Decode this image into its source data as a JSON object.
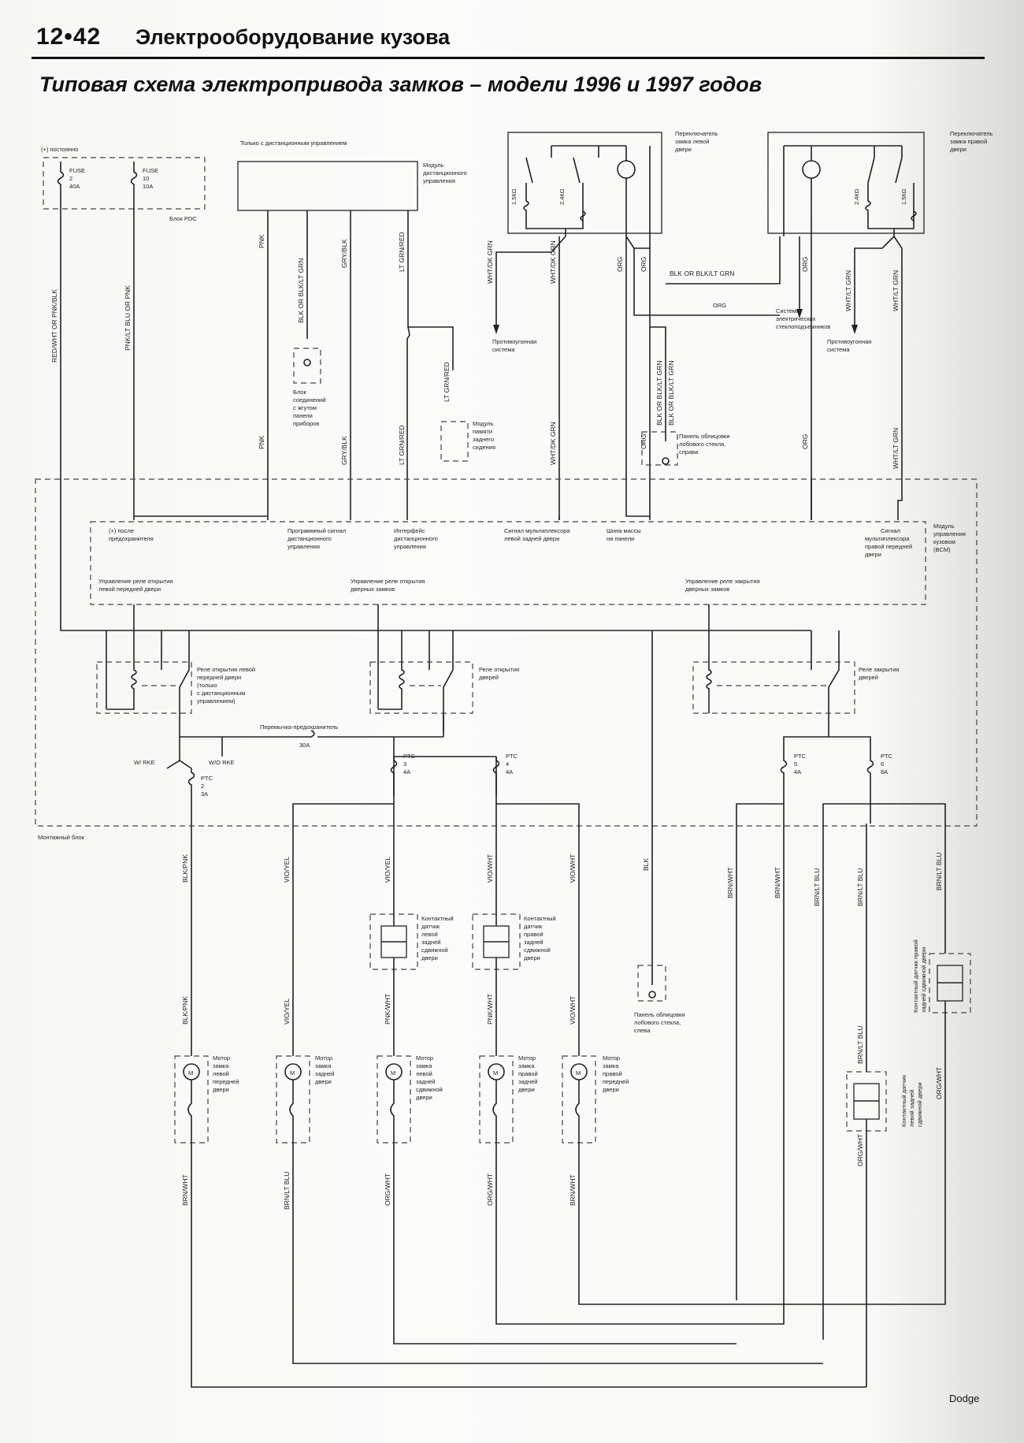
{
  "header": {
    "page_number": "12•42",
    "chapter": "Электрооборудование кузова",
    "title": "Типовая схема электропривода замков – модели 1996 и 1997 годов",
    "brand": "Dodge"
  },
  "top": {
    "hot_at_all_times": "(+) постоянно",
    "fuse2": [
      "FUSE",
      "2",
      "40A"
    ],
    "fuse10": [
      "FUSE",
      "10",
      "10A"
    ],
    "pdc": "Блок PDC",
    "rke_only": "Только с дистанционным управлением",
    "rke_module": [
      "Модуль",
      "дистанционного",
      "управления"
    ],
    "left_switch": [
      "Переключатель",
      "замка левой",
      "двери"
    ],
    "right_switch": [
      "Переключатель",
      "замка правой",
      "двери"
    ],
    "r_1_5k": "1.5КΩ",
    "r_2_4k": "2.4КΩ",
    "antitheft": [
      "Противоугонная",
      "система"
    ],
    "power_windows": [
      "Система",
      "электрических",
      "стеклоподъемников"
    ],
    "splice_ip": [
      "Блок",
      "соединений",
      "с жгутом",
      "панели",
      "приборов"
    ],
    "seat_memory": [
      "Модуль",
      "памяти",
      "заднего",
      "сидения"
    ],
    "panel_right": [
      "Панель облицовки",
      "лобового стекла,",
      "справа"
    ]
  },
  "wires": {
    "red_wht": "RED/WHT OR PNK/BLK",
    "pnk_ltblu": "PNK/LT BLU OR PNK",
    "pnk": "PNK",
    "blk_ltgrn": "BLK OR BLK/LT GRN",
    "gry_blk": "GRY/BLK",
    "ltgrn_red": "LT GRN/RED",
    "wht_dkgrn": "WHT/DK GRN",
    "org": "ORG",
    "blk_or_blk_ltgrn": "BLK OR BLK/LT GRN",
    "wht_ltgrn": "WHT/LT GRN",
    "blk_pnk": "BLK/PNK",
    "vio_yel": "VIO/YEL",
    "vio_wht": "VIO/WHT",
    "blk": "BLK",
    "brn_wht": "BRN/WHT",
    "brn_ltblu": "BRN/LT BLU",
    "pnk_wht": "PNK/WHT",
    "org_wht": "ORG/WHT"
  },
  "bcm": {
    "title": [
      "Модуль",
      "управления",
      "кузовом",
      "(BCM)"
    ],
    "sig1": [
      "(+) после",
      "предохранителя"
    ],
    "sig2": [
      "Программный сигнал",
      "дистанционного",
      "управления"
    ],
    "sig3": [
      "Интерфейс",
      "дистанционного",
      "управления"
    ],
    "sig4": [
      "Сигнал мультиплексора",
      "левой задней двери"
    ],
    "sig5": [
      "Шина массы",
      "на панели"
    ],
    "sig6": [
      "Сигнал",
      "мультиплексора",
      "правой передней",
      "двери"
    ],
    "ctl1": [
      "Управление реле открытия",
      "левой передней двери"
    ],
    "ctl2": [
      "Управление реле открытия",
      "дверных замков"
    ],
    "ctl3": [
      "Управление реле закрытия",
      "дверных замков"
    ]
  },
  "relays": {
    "r1": [
      "Реле открытия левой",
      "передней двери",
      "(только",
      "с дистанционным",
      "управлением)"
    ],
    "r2": [
      "Реле открытия",
      "дверей"
    ],
    "r3": [
      "Реле закрытия",
      "дверей"
    ],
    "jumper": "Перемычка-предохранитель",
    "jumper_val": "30A",
    "w_rke": "W/ RKE",
    "wo_rke": "W/O RKE",
    "ptc2": [
      "PTC",
      "2",
      "3A"
    ],
    "ptc3": [
      "PTC",
      "3",
      "4A"
    ],
    "ptc4": [
      "PTC",
      "4",
      "4A"
    ],
    "ptc5": [
      "PTC",
      "5",
      "4A"
    ],
    "ptc6": [
      "PTC",
      "6",
      "8A"
    ]
  },
  "bottom": {
    "junction_block": "Монтажный блок",
    "sens_lr": [
      "Контактный",
      "датчик",
      "левой",
      "задней",
      "сдвижной",
      "двери"
    ],
    "sens_rr": [
      "Контактный",
      "датчик",
      "правой",
      "задней",
      "сдвижной",
      "двери"
    ],
    "panel_left": [
      "Панель облицовки",
      "лобового стекла,",
      "слева"
    ],
    "motor_lf": [
      "Мотор",
      "замка",
      "левой",
      "передней",
      "двери"
    ],
    "motor_lr": [
      "Мотор",
      "замка",
      "задней",
      "двери"
    ],
    "motor_lsd": [
      "Мотор",
      "замка",
      "левой",
      "задней",
      "сдвижной",
      "двери"
    ],
    "motor_rr": [
      "Мотор",
      "замка",
      "правой",
      "задней",
      "двери"
    ],
    "motor_rf": [
      "Мотор",
      "замка",
      "правой",
      "передней",
      "двери"
    ],
    "sens_rsd": [
      "Контактный датчик",
      "левой задней",
      "сдвижной двери"
    ],
    "sens_rf": [
      "Контактный датчик правой",
      "задней сдвижной двери"
    ]
  }
}
